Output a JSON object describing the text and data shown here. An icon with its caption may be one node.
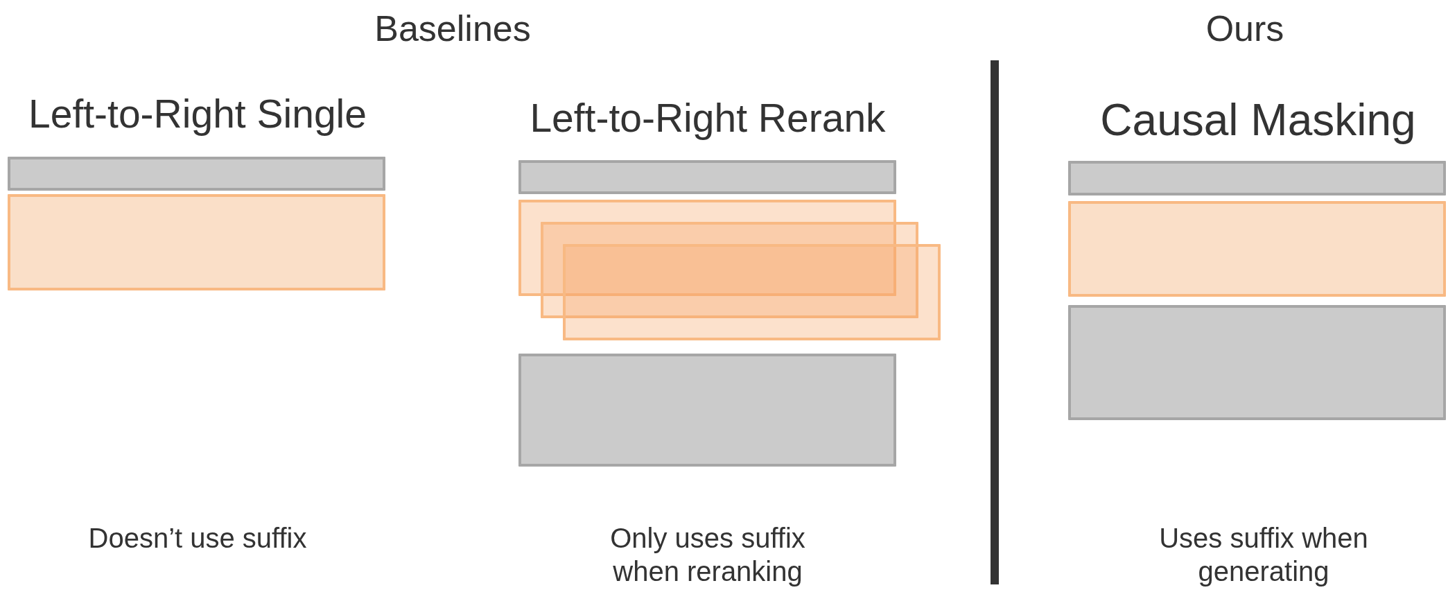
{
  "diagram": {
    "nodes": [
      {
        "text": [],
        "shape": "bar"
      },
      {
        "text": [],
        "shape": "bar"
      },
      {
        "text": [],
        "shape": "bar"
      },
      {
        "text": [],
        "shape": "bar"
      },
      {
        "text": [],
        "shape": "bar"
      },
      {
        "text": [],
        "shape": "bar"
      },
      {
        "text": [],
        "shape": "bar"
      },
      {
        "text": [],
        "shape": "bar"
      },
      {
        "text": [],
        "shape": "bar"
      },
      {
        "text": [],
        "shape": "bar"
      }
    ],
    "labels": [
      "Baselines",
      "Ours",
      "Left-to-Right Single",
      "Left-to-Right Rerank",
      "Causal Masking",
      "Doesn’t use suffix",
      "Only uses suffix when reranking",
      "Uses suffix when generating"
    ]
  }
}
